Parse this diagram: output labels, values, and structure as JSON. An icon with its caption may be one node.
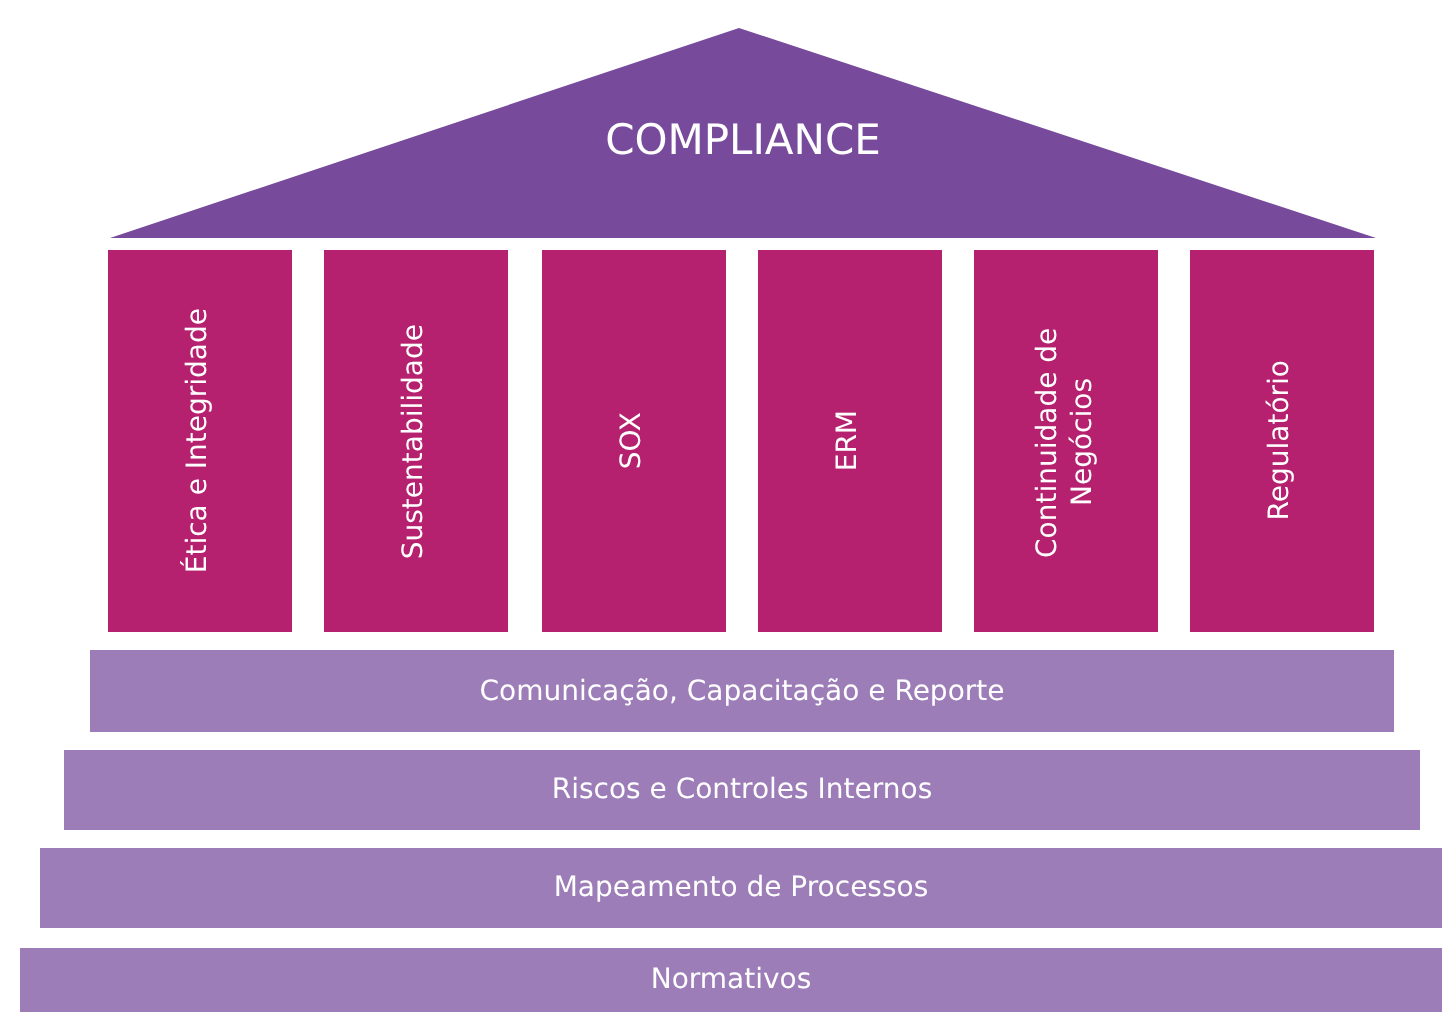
{
  "diagram": {
    "nodes": [
      {
        "text": [
          "COMPLIANCE"
        ]
      },
      {
        "text": [
          "Ética e Integridade"
        ]
      },
      {
        "text": [
          "Sustentabilidade"
        ]
      },
      {
        "text": [
          "SOX"
        ]
      },
      {
        "text": [
          "ERM"
        ]
      },
      {
        "text": [
          "Continuidade de Negócios"
        ]
      },
      {
        "text": [
          "Regulatório"
        ]
      },
      {
        "text": [
          "Comunicação, Capacitação e Reporte"
        ]
      },
      {
        "text": [
          "Riscos e Controles Internos"
        ]
      },
      {
        "text": [
          "Mapeamento de Processos"
        ]
      },
      {
        "text": [
          "Normativos"
        ]
      }
    ]
  }
}
